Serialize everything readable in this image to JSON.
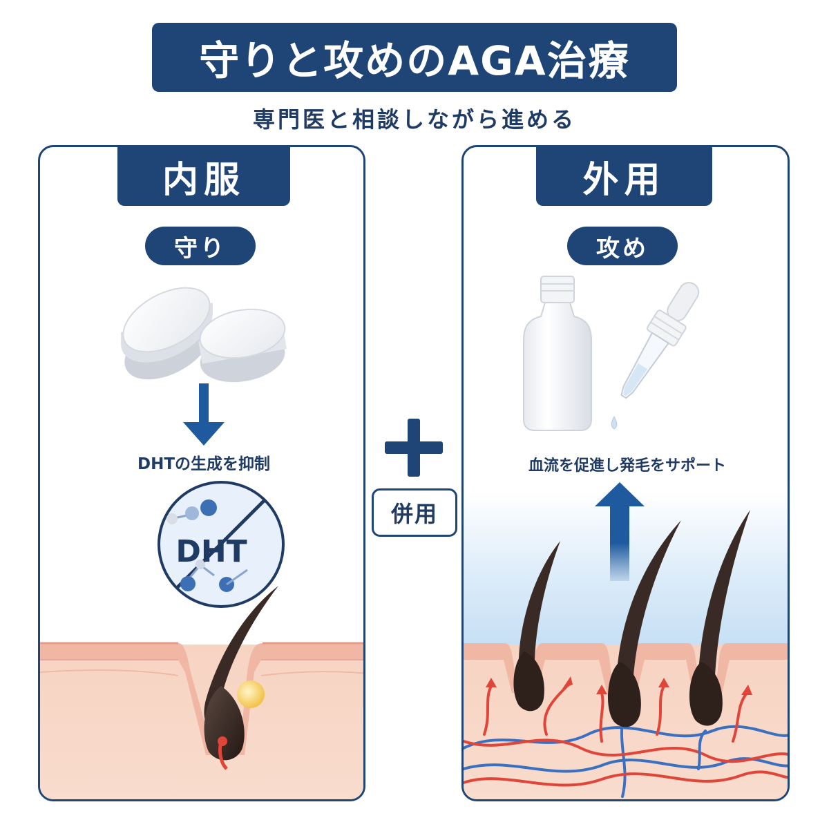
{
  "title": "守りと攻めのAGA治療",
  "subtitle": "専門医と相談しながら進める",
  "left_panel": {
    "header": "内服",
    "role": "守り",
    "caption": "DHTの生成を抑制",
    "molecule_label": "DHT"
  },
  "right_panel": {
    "header": "外用",
    "role": "攻め",
    "caption": "血流を促進し発毛をサポート"
  },
  "combination_label": "併用",
  "colors": {
    "navy": "#1f4576",
    "skin": "#f6d9c8",
    "blood_red": "#e0453a",
    "blood_blue": "#3b6fc0",
    "hair": "#3a2a25"
  }
}
